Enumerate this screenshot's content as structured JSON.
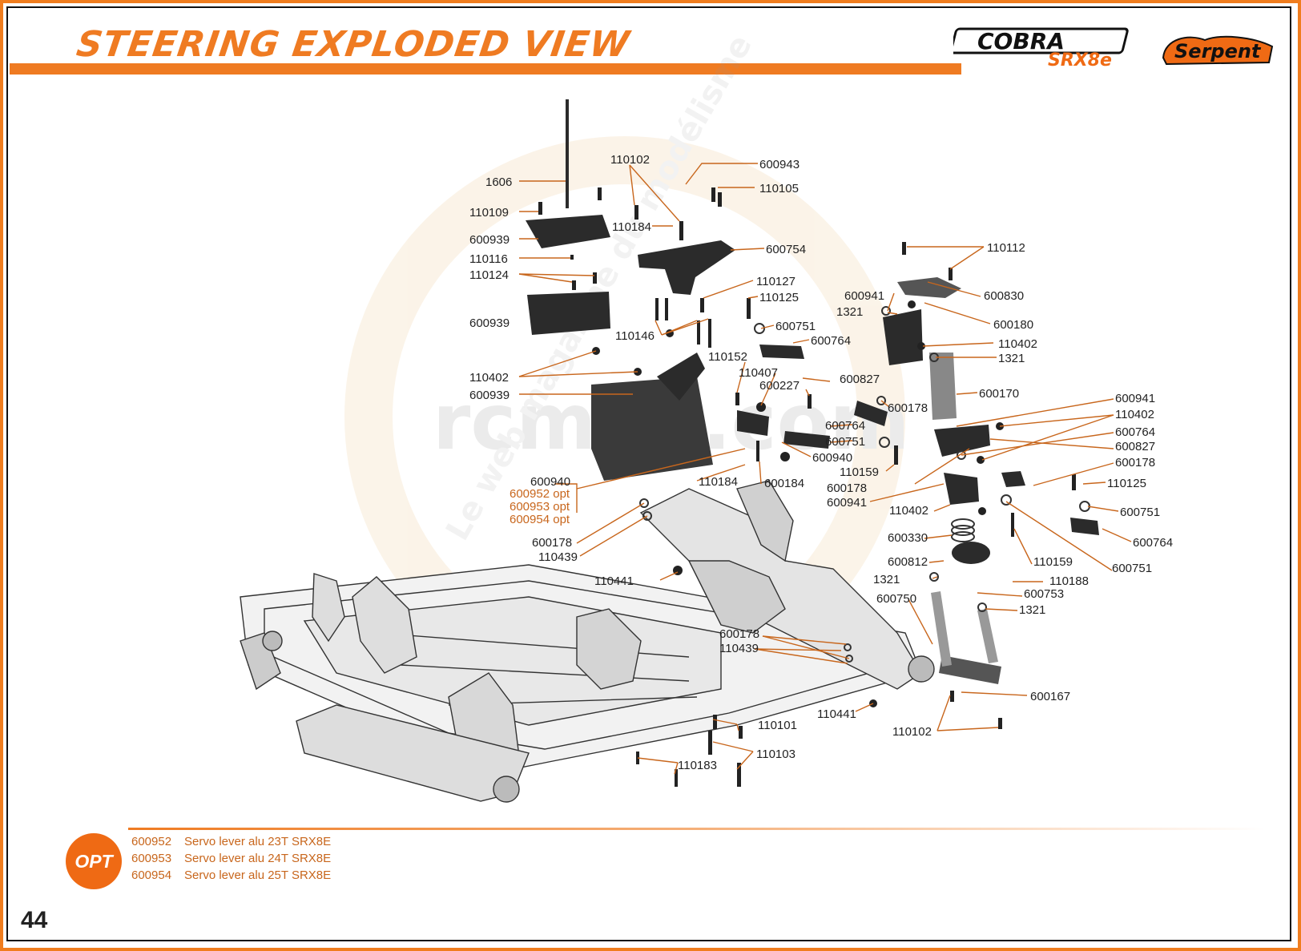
{
  "page": {
    "title": "STEERING EXPLODED VIEW",
    "page_number": "44",
    "colors": {
      "accent": "#ef7b22",
      "frame": "#f07d1e",
      "text": "#222222",
      "opt_text": "#c8661c"
    }
  },
  "logos": {
    "cobra": "COBRA",
    "cobra_sub": "SRX8e",
    "serpent": "Serpent"
  },
  "watermark": {
    "main": "rcmoo.com",
    "arc": "Le web magazine du modélisme"
  },
  "labels": [
    "110102",
    "600943",
    "110105",
    "1606",
    "110109",
    "110184",
    "600939",
    "600754",
    "110116",
    "110124",
    "110127",
    "110125",
    "600939",
    "110146",
    "600751",
    "600764",
    "110402",
    "110152",
    "110407",
    "600227",
    "600827",
    "600939",
    "110112",
    "600941",
    "600830",
    "1321",
    "600180",
    "110402",
    "1321",
    "600170",
    "600941",
    "110402",
    "600178",
    "600764",
    "600827",
    "600178",
    "600764",
    "600751",
    "600940",
    "110159",
    "600184",
    "110184",
    "600178",
    "600941",
    "110125",
    "600751",
    "110402",
    "600330",
    "600764",
    "110159",
    "600812",
    "600751",
    "1321",
    "110188",
    "600750",
    "600753",
    "1321",
    "110441",
    "600178",
    "110439",
    "600178",
    "110439",
    "600167",
    "110441",
    "110102",
    "110101",
    "110103",
    "110183",
    "600940"
  ],
  "opt_labels": [
    "600952 opt",
    "600953 opt",
    "600954 opt"
  ],
  "options": [
    {
      "code": "600952",
      "desc": "Servo lever alu 23T SRX8E"
    },
    {
      "code": "600953",
      "desc": "Servo lever alu 24T SRX8E"
    },
    {
      "code": "600954",
      "desc": "Servo lever alu 25T SRX8E"
    }
  ],
  "opt_badge": "OPT"
}
